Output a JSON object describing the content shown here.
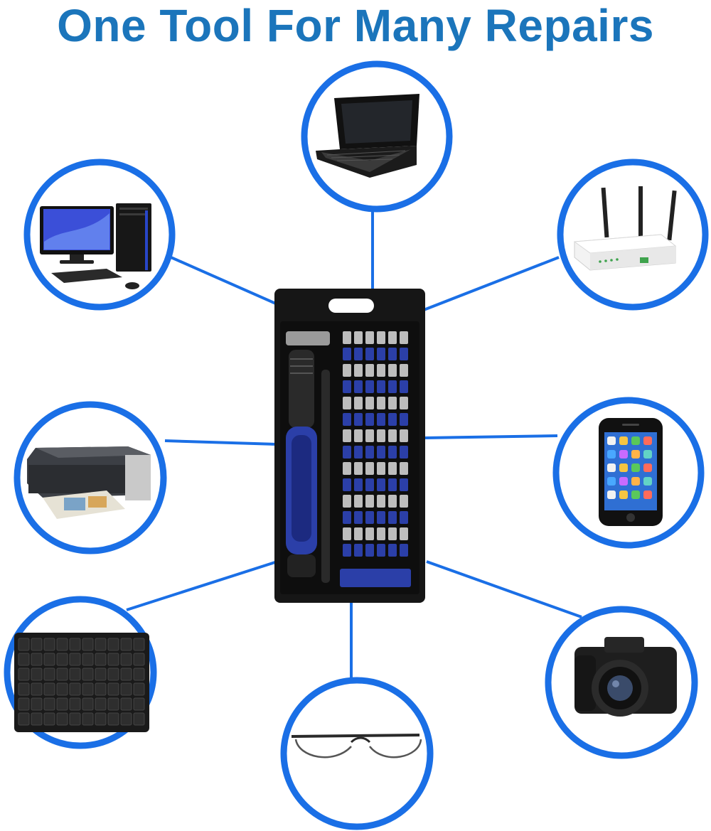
{
  "headline": "One Tool For Many Repairs",
  "colors": {
    "headline": "#1b75bb",
    "ring": "#1a6fe6",
    "case": "#161616",
    "handle": "#2b3fa8"
  },
  "devices": [
    {
      "id": "laptop",
      "icon": "laptop-icon"
    },
    {
      "id": "desktop",
      "icon": "desktop-computer-icon"
    },
    {
      "id": "router",
      "icon": "wifi-router-icon"
    },
    {
      "id": "printer",
      "icon": "printer-icon"
    },
    {
      "id": "smartphone",
      "icon": "smartphone-icon"
    },
    {
      "id": "keyboard",
      "icon": "keyboard-icon"
    },
    {
      "id": "camera",
      "icon": "camera-icon"
    },
    {
      "id": "glasses",
      "icon": "eyeglasses-icon"
    }
  ],
  "product": {
    "icon": "screwdriver-bit-set-icon"
  }
}
